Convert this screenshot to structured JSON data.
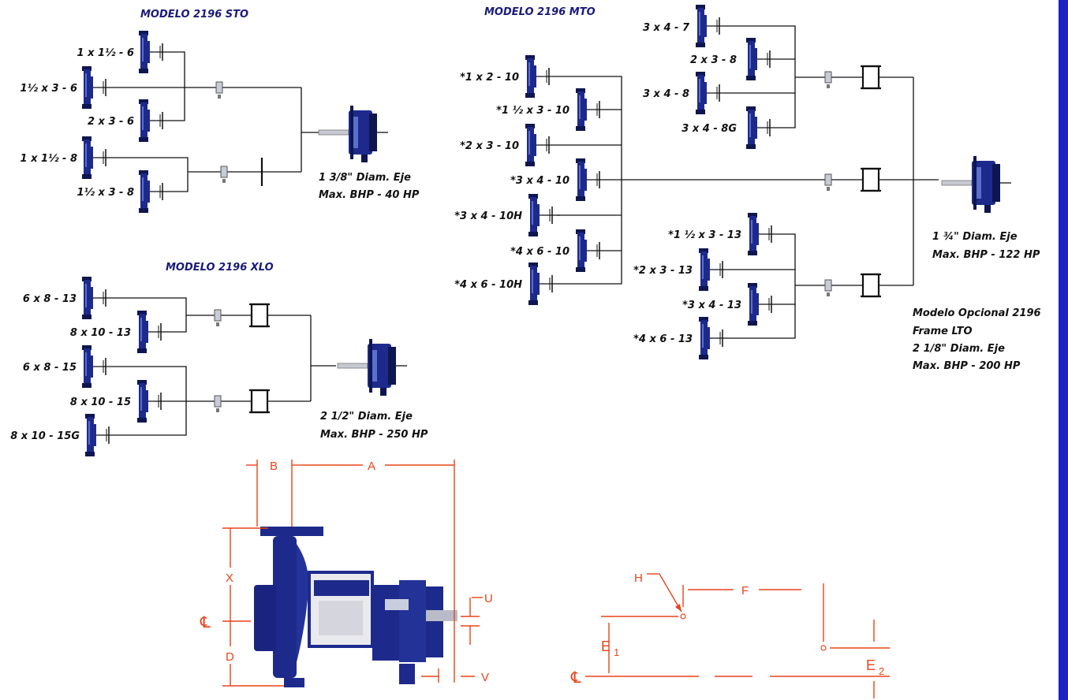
{
  "groups": [
    {
      "title": "MODELO 2196 STO",
      "pumps": [
        "1 x 1½ - 6",
        "1½ x 3 - 6",
        "2 x 3 - 6",
        "1 x 1½ - 8",
        "1½ x 3 - 8"
      ],
      "specs": [
        "1 3/8\" Diam. Eje",
        "Max. BHP - 40 HP"
      ]
    },
    {
      "title": "MODELO 2196 MTO",
      "pumps": [
        "3 x 4 - 7",
        "2 x 3 - 8",
        "3 x 4 - 8",
        "3 x 4 - 8G",
        "*1 x 2 - 10",
        "*1 ½ x 3 - 10",
        "*2 x 3 - 10",
        "*3 x 4 - 10",
        "*3 x 4 - 10H",
        "*4 x 6 - 10",
        "*4 x 6 - 10H",
        "*1 ½ x 3 - 13",
        "*2 x 3 - 13",
        "*3 x 4 - 13",
        "*4 x 6 - 13"
      ],
      "specs": [
        "1 ¾\" Diam. Eje",
        "Max. BHP - 122 HP"
      ],
      "optional": [
        "Modelo Opcional 2196",
        "Frame LTO",
        "2 1/8\" Diam. Eje",
        "Max. BHP - 200 HP"
      ]
    },
    {
      "title": "MODELO 2196 XLO",
      "pumps": [
        "6 x 8 - 13",
        "8 x 10 - 13",
        "6 x 8 - 15",
        "8 x 10 - 15",
        "8 x 10 - 15G"
      ],
      "specs": [
        "2 1/2\" Diam. Eje",
        "Max. BHP - 250 HP"
      ]
    }
  ],
  "dimensions": {
    "pump": [
      "B",
      "A",
      "X",
      "D",
      "U",
      "V"
    ],
    "centerline": "℄",
    "base": [
      "H",
      "F",
      "E",
      "1",
      "E",
      "2"
    ]
  },
  "colors": {
    "pump_blue": "#1d2a8c",
    "dimension_red": "#e8441a",
    "sidebar": "#1c22c8"
  }
}
